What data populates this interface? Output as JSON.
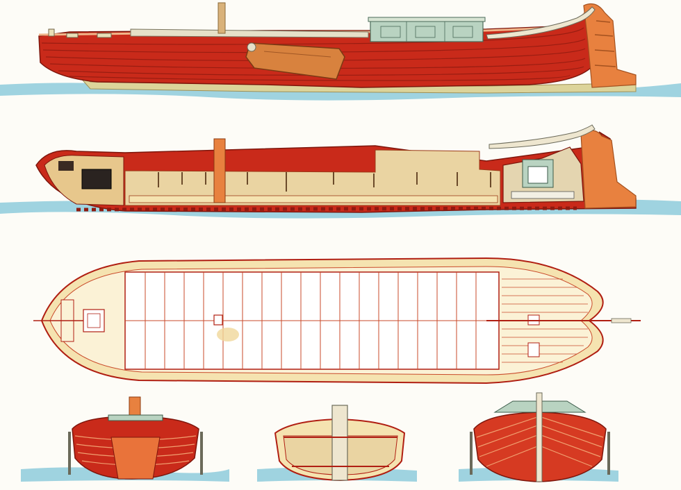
{
  "colors": {
    "background": "#fdfcf7",
    "hull_red": "#c92a1a",
    "hull_red_dark": "#8e1a10",
    "hull_orange": "#e9733a",
    "stern_orange": "#e8813f",
    "deck_cream": "#f5e3b0",
    "interior_tan": "#ead4a2",
    "keel_yellow": "#dcd49a",
    "cabin_green": "#b9d3c1",
    "water_blue": "#9fd3e0",
    "outline": "#b01e12",
    "rudder_orange": "#d8823e"
  },
  "views": [
    {
      "name": "side-elevation",
      "icon": "hull-side-view"
    },
    {
      "name": "longitudinal-section",
      "icon": "hull-section-view"
    },
    {
      "name": "deck-plan",
      "icon": "hull-plan-view"
    },
    {
      "name": "stern-view",
      "icon": "hull-stern-view"
    },
    {
      "name": "cross-section",
      "icon": "hull-cross-section"
    },
    {
      "name": "bow-view",
      "icon": "hull-bow-view"
    }
  ]
}
